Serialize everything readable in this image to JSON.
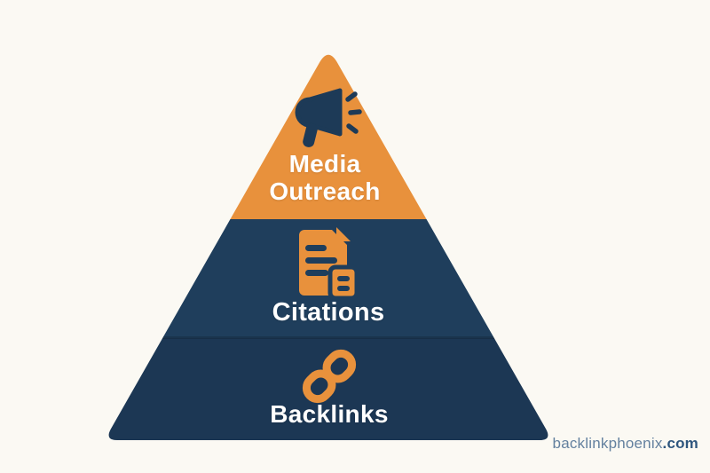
{
  "colors": {
    "background": "#FBF9F3",
    "tier_media_outreach": "#E8913C",
    "tier_citations": "#1F3E5C",
    "tier_backlinks": "#1C3754",
    "tier_divider_shadow": "rgba(0,0,0,0.18)",
    "icon_navy": "#1D3A57",
    "icon_orange": "#E8913C",
    "label_text": "#FFFFFF",
    "watermark_name": "#64819F",
    "watermark_tld": "#2E567E"
  },
  "tiers": [
    {
      "label": "Media Outreach",
      "icon": "megaphone-icon"
    },
    {
      "label": "Citations",
      "icon": "document-citation-icon"
    },
    {
      "label": "Backlinks",
      "icon": "chain-link-icon"
    }
  ],
  "watermark": {
    "name": "backlinkphoenix",
    "tld": ".com"
  }
}
